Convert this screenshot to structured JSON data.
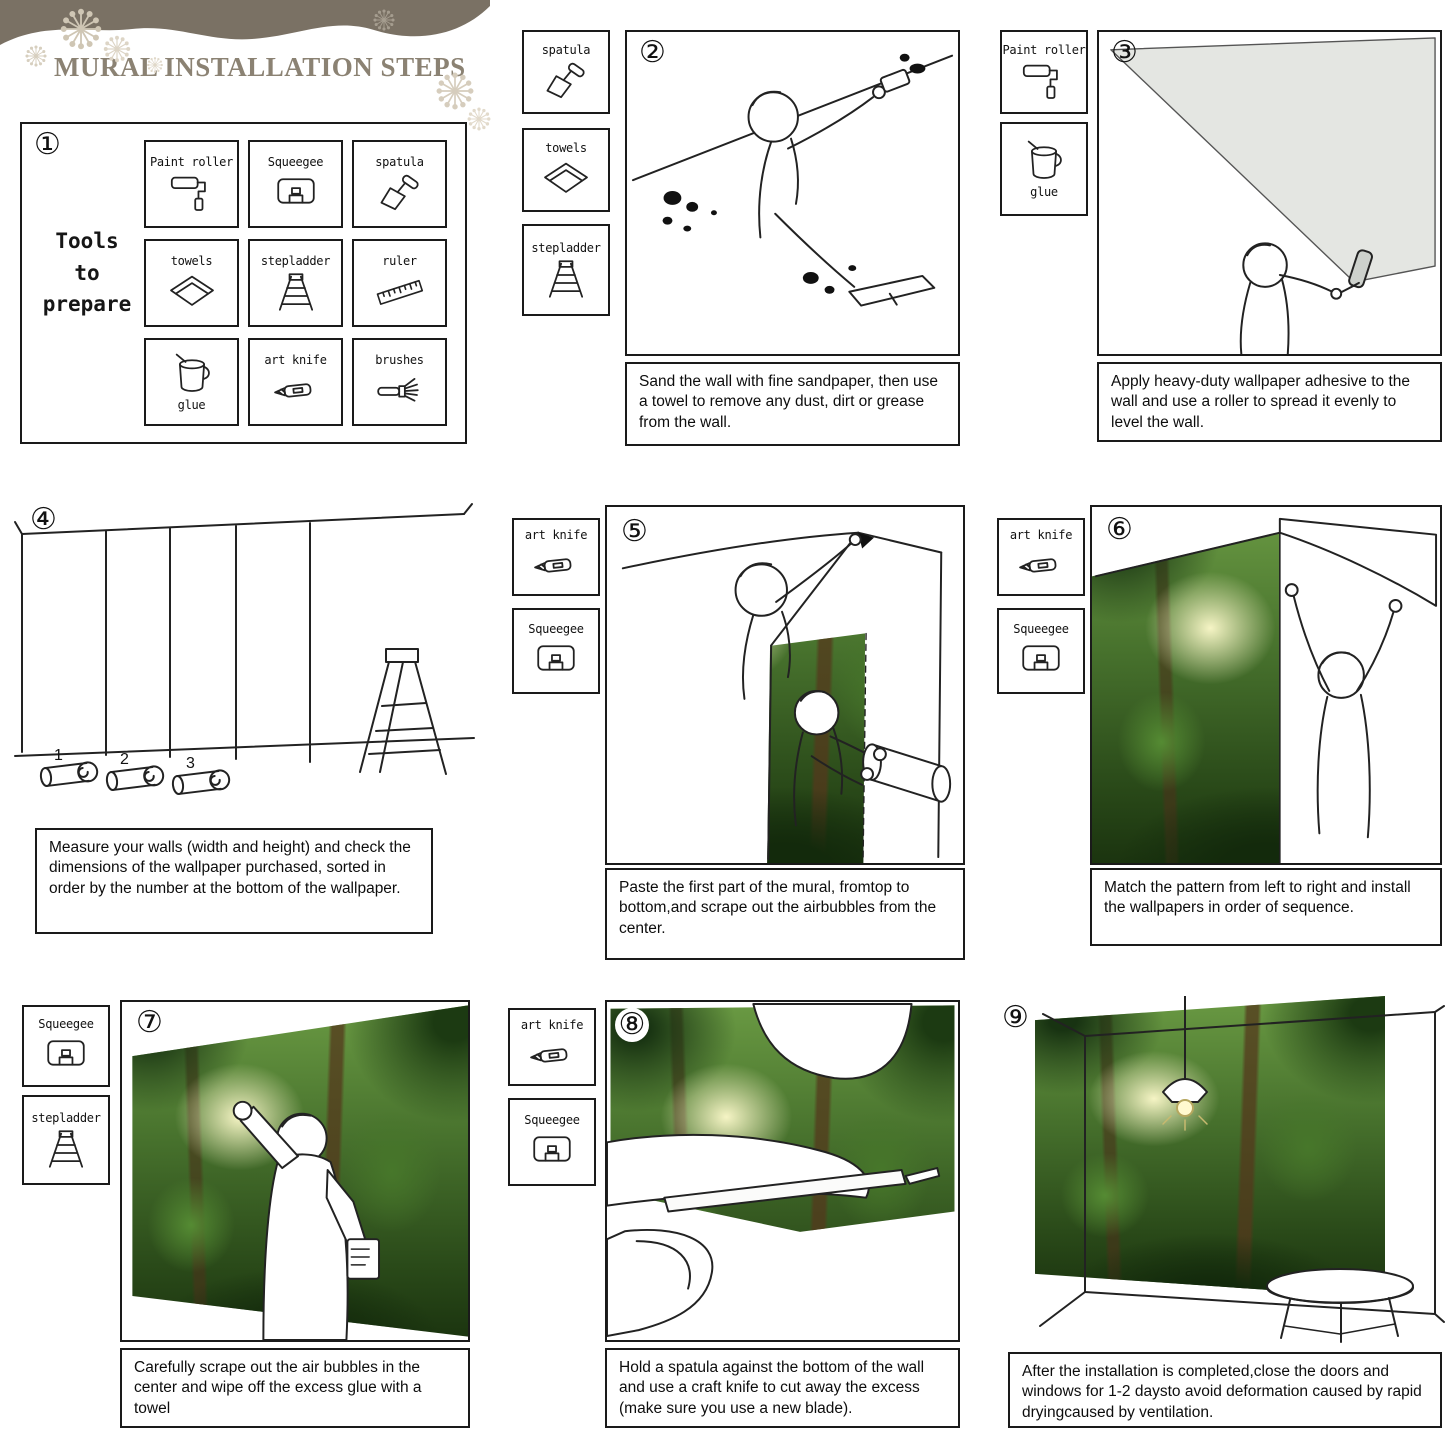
{
  "header": {
    "title": "MURAL INSTALLATION STEPS"
  },
  "tools_panel": {
    "number": "①",
    "heading": {
      "line1": "Tools",
      "line2": "to",
      "line3": "prepare"
    },
    "tools": {
      "paint_roller": "Paint roller",
      "squeegee": "Squeegee",
      "spatula": "spatula",
      "towels": "towels",
      "stepladder": "stepladder",
      "ruler": "ruler",
      "glue": "glue",
      "art_knife": "art knife",
      "brushes": "brushes"
    }
  },
  "steps": {
    "s2": {
      "number": "②",
      "tools": {
        "t1": "spatula",
        "t2": "towels",
        "t3": "stepladder"
      },
      "caption": "Sand the wall with fine sandpaper, then use a towel to remove any dust, dirt or grease from the wall."
    },
    "s3": {
      "number": "③",
      "tools": {
        "t1": "Paint roller",
        "t2": "glue"
      },
      "caption": "Apply heavy-duty wallpaper adhesive to the wall and use a roller to spread it evenly to level the wall."
    },
    "s4": {
      "number": "④",
      "rolls": {
        "r1": "1",
        "r2": "2",
        "r3": "3"
      },
      "caption": "Measure your walls (width and height) and check the dimensions of the wallpaper purchased, sorted in order by the number at the bottom of the wallpaper."
    },
    "s5": {
      "number": "⑤",
      "tools": {
        "t1": "art knife",
        "t2": "Squeegee"
      },
      "caption": "Paste the first part of the mural, fromtop to bottom,and scrape out the airbubbles from the center."
    },
    "s6": {
      "number": "⑥",
      "tools": {
        "t1": "art knife",
        "t2": "Squeegee"
      },
      "caption": "Match the pattern from left to right and install the wallpapers in order of sequence."
    },
    "s7": {
      "number": "⑦",
      "tools": {
        "t1": "Squeegee",
        "t2": "stepladder"
      },
      "caption": "Carefully scrape out the air bubbles in the center and wipe off the excess glue with a towel"
    },
    "s8": {
      "number": "⑧",
      "tools": {
        "t1": "art knife",
        "t2": "Squeegee"
      },
      "caption": "Hold a spatula against the bottom of the wall and use a craft knife to cut away the excess (make sure you use a new blade)."
    },
    "s9": {
      "number": "⑨",
      "caption": "After the installation is completed,close the doors and windows for 1-2 daysto avoid deformation caused by rapid dryingcaused by ventilation."
    }
  }
}
